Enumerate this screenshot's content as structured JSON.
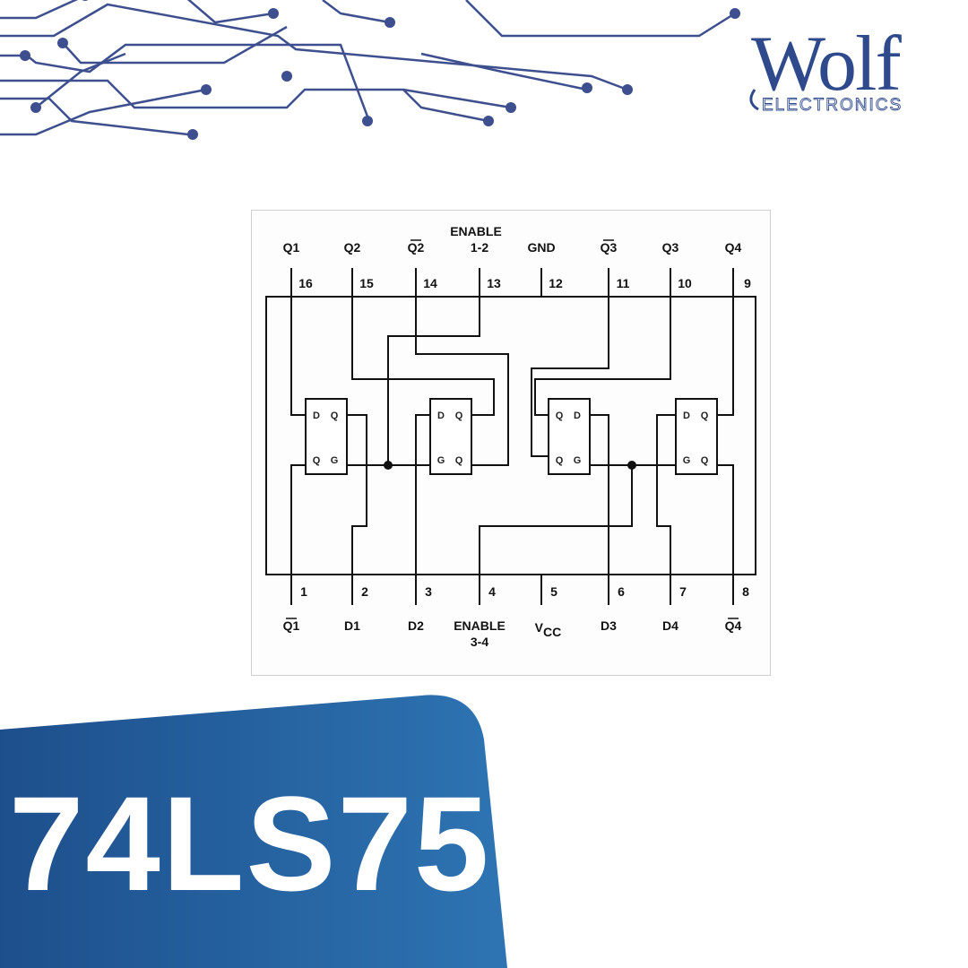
{
  "brand": {
    "name": "Wolf",
    "tagline": "ELECTRONICS",
    "color": "#2e4a8c"
  },
  "diagram": {
    "top_pins": [
      {
        "number": "16",
        "label": "Q1",
        "bar": false
      },
      {
        "number": "15",
        "label": "Q2",
        "bar": false
      },
      {
        "number": "14",
        "label": "Q2",
        "bar": true
      },
      {
        "number": "13",
        "label": "1-2",
        "heading": "ENABLE",
        "bar": false
      },
      {
        "number": "12",
        "label": "GND",
        "bar": false
      },
      {
        "number": "11",
        "label": "Q3",
        "bar": true
      },
      {
        "number": "10",
        "label": "Q3",
        "bar": false
      },
      {
        "number": "9",
        "label": "Q4",
        "bar": false
      }
    ],
    "bottom_pins": [
      {
        "number": "1",
        "label": "Q1",
        "bar": true
      },
      {
        "number": "2",
        "label": "D1",
        "bar": false
      },
      {
        "number": "3",
        "label": "D2",
        "bar": false
      },
      {
        "number": "4",
        "label": "ENABLE",
        "sublabel": "3-4",
        "bar": false
      },
      {
        "number": "5",
        "label": "V",
        "subscript": "CC",
        "bar": false
      },
      {
        "number": "6",
        "label": "D3",
        "bar": false
      },
      {
        "number": "7",
        "label": "D4",
        "bar": false
      },
      {
        "number": "8",
        "label": "Q4",
        "bar": true
      }
    ],
    "latches": [
      {
        "top_left": "D",
        "top_right": "Q",
        "bottom_left": "Q",
        "bottom_right": "G"
      },
      {
        "top_left": "D",
        "top_right": "Q",
        "bottom_left": "G",
        "bottom_right": "Q"
      },
      {
        "top_left": "Q",
        "top_right": "D",
        "bottom_left": "Q",
        "bottom_right": "G"
      },
      {
        "top_left": "D",
        "top_right": "Q",
        "bottom_left": "G",
        "bottom_right": "Q"
      }
    ],
    "colors": {
      "line": "#111111",
      "frame_border": "#cfcfcf"
    }
  },
  "part_number": "74LS75",
  "banner": {
    "color_start": "#1d4f8c",
    "color_end": "#2e74b3"
  },
  "decoration": {
    "trace_color": "#3d4f8e"
  }
}
